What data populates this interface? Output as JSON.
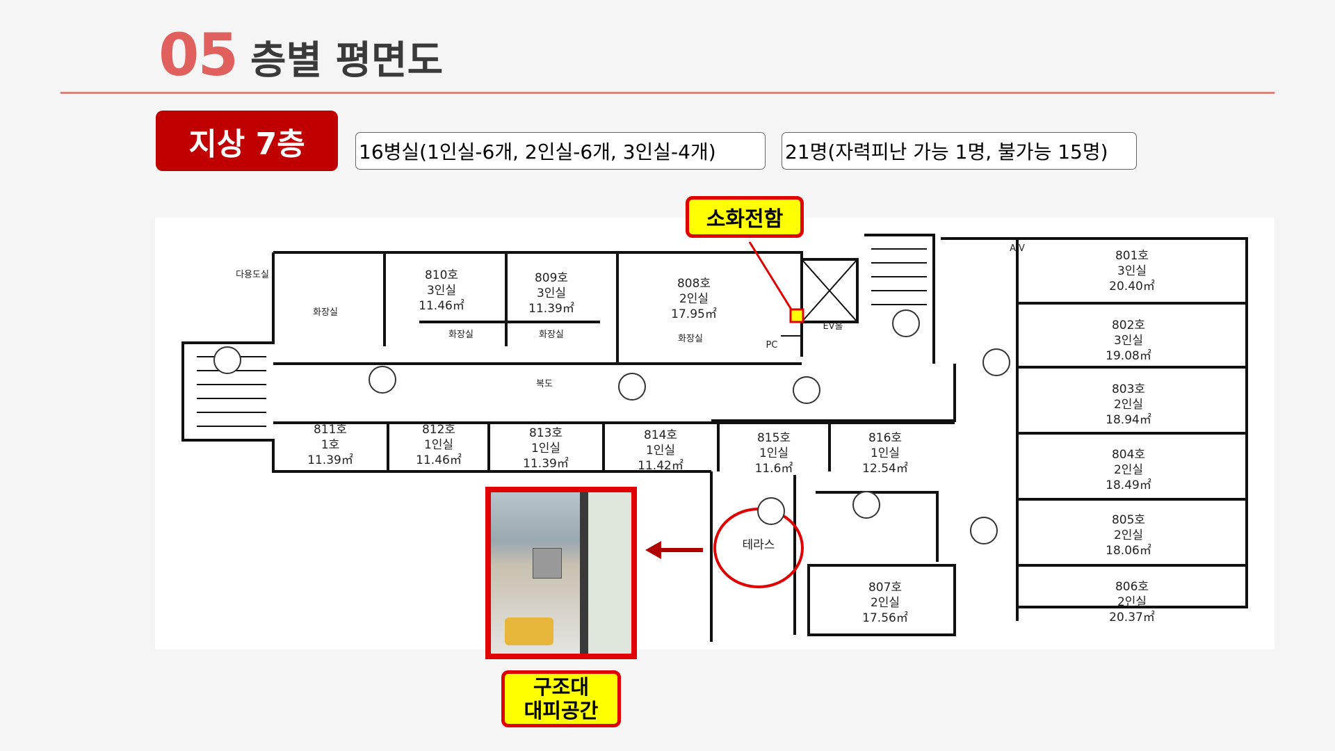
{
  "header": {
    "number": "05",
    "title": "층별 평면도"
  },
  "floor_badge": "지상 7층",
  "info": {
    "rooms": "16병실(1인실-6개, 2인실-6개, 3인실-4개)",
    "people": "21명(자력피난 가능 1명, 불가능 15명)"
  },
  "callouts": {
    "fire_hydrant": "소화전함",
    "evac_line1": "구조대",
    "evac_line2": "대피공간"
  },
  "plan": {
    "corridor": "복도",
    "ev": "EV홀",
    "pc": "PC",
    "av": "A.V",
    "terrace": "테라스",
    "service_room": "다용도실",
    "toilet": "화장실",
    "rooms_top": [
      {
        "no": "810호",
        "type": "3인실",
        "area": "11.46㎡"
      },
      {
        "no": "809호",
        "type": "3인실",
        "area": "11.39㎡"
      },
      {
        "no": "808호",
        "type": "2인실",
        "area": "17.95㎡"
      }
    ],
    "rooms_bottom": [
      {
        "no": "811호",
        "type": "1호",
        "area": "11.39㎡"
      },
      {
        "no": "812호",
        "type": "1인실",
        "area": "11.46㎡"
      },
      {
        "no": "813호",
        "type": "1인실",
        "area": "11.39㎡"
      },
      {
        "no": "814호",
        "type": "1인실",
        "area": "11.42㎡"
      },
      {
        "no": "815호",
        "type": "1인실",
        "area": "11.6㎡"
      },
      {
        "no": "816호",
        "type": "1인실",
        "area": "12.54㎡"
      }
    ],
    "rooms_right": [
      {
        "no": "801호",
        "type": "3인실",
        "area": "20.40㎡"
      },
      {
        "no": "802호",
        "type": "3인실",
        "area": "19.08㎡"
      },
      {
        "no": "803호",
        "type": "2인실",
        "area": "18.94㎡"
      },
      {
        "no": "804호",
        "type": "2인실",
        "area": "18.49㎡"
      },
      {
        "no": "805호",
        "type": "2인실",
        "area": "18.06㎡"
      },
      {
        "no": "806호",
        "type": "2인실",
        "area": "20.37㎡"
      }
    ],
    "room_807": {
      "no": "807호",
      "type": "2인실",
      "area": "17.56㎡"
    }
  },
  "colors": {
    "accent": "#e0605d",
    "badge": "#c00000",
    "callout_fill": "#ffff00",
    "callout_border": "#e00000"
  }
}
